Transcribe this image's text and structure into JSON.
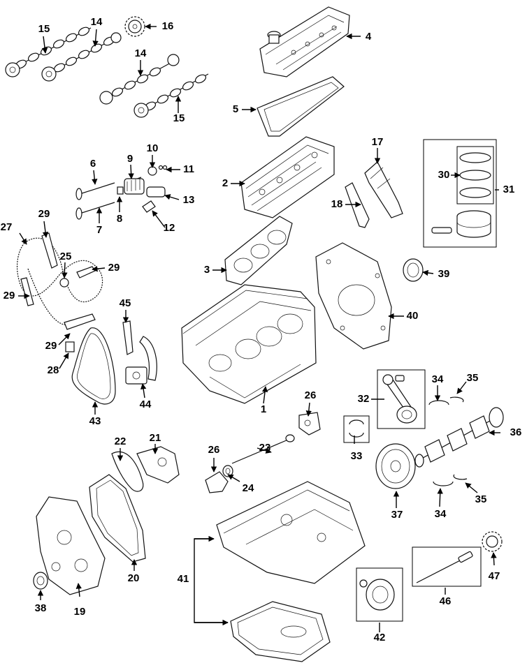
{
  "callouts": {
    "c1": "1",
    "c2": "2",
    "c3": "3",
    "c4": "4",
    "c5": "5",
    "c6": "6",
    "c7": "7",
    "c8": "8",
    "c9": "9",
    "c10": "10",
    "c11": "11",
    "c12": "12",
    "c13": "13",
    "c14a": "14",
    "c14b": "14",
    "c15a": "15",
    "c15b": "15",
    "c16": "16",
    "c17": "17",
    "c18": "18",
    "c19": "19",
    "c20": "20",
    "c21": "21",
    "c22": "22",
    "c23": "23",
    "c24": "24",
    "c25": "25",
    "c26a": "26",
    "c26b": "26",
    "c27": "27",
    "c28": "28",
    "c29a": "29",
    "c29b": "29",
    "c29c": "29",
    "c29d": "29",
    "c30": "30",
    "c31": "31",
    "c32": "32",
    "c33": "33",
    "c34a": "34",
    "c34b": "34",
    "c35a": "35",
    "c35b": "35",
    "c36": "36",
    "c37": "37",
    "c38": "38",
    "c39": "39",
    "c40": "40",
    "c41": "41",
    "c42": "42",
    "c43": "43",
    "c44": "44",
    "c45": "45",
    "c46": "46",
    "c47": "47"
  }
}
